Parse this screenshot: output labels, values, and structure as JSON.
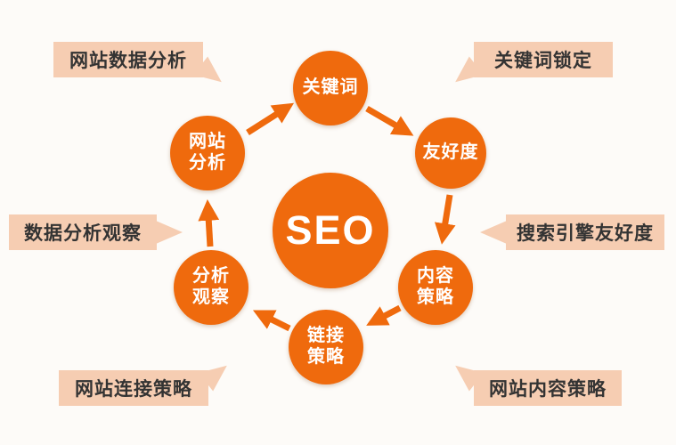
{
  "diagram": {
    "center_label": "SEO",
    "nodes": [
      {
        "label": "关键词"
      },
      {
        "label": "友好度"
      },
      {
        "label": "内容\n策略"
      },
      {
        "label": "链接\n策略"
      },
      {
        "label": "分析\n观察"
      },
      {
        "label": "网站\n分析"
      }
    ],
    "callouts": [
      {
        "label": "网站数据分析"
      },
      {
        "label": "关键词锁定"
      },
      {
        "label": "数据分析观察"
      },
      {
        "label": "搜索引擎友好度"
      },
      {
        "label": "网站连接策略"
      },
      {
        "label": "网站内容策略"
      }
    ],
    "colors": {
      "node_orange": "#ef6a0d",
      "arrow_orange": "#ef6a0d",
      "callout_background": "#f6cdb2",
      "callout_text": "#333333",
      "node_text": "#ffffff"
    }
  }
}
